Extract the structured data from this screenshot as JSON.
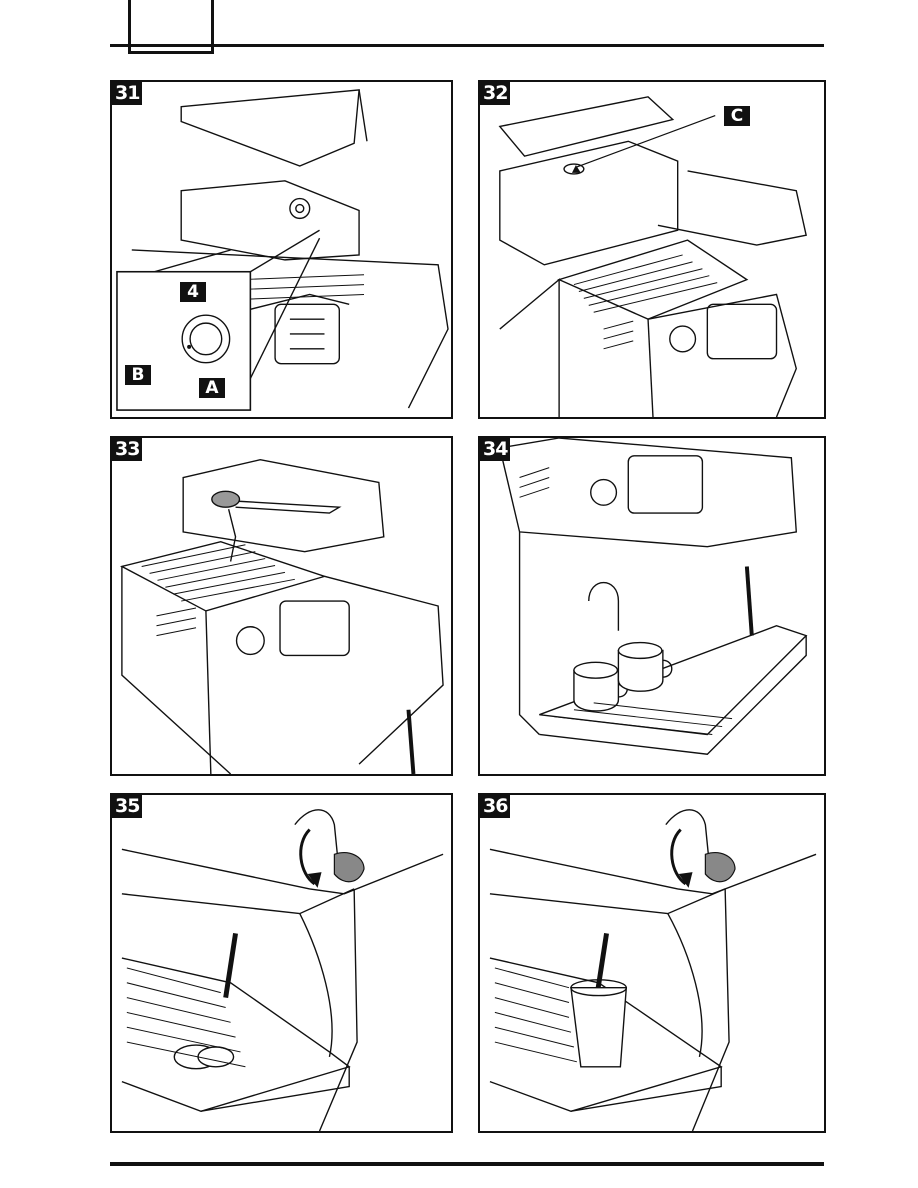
{
  "figures": [
    {
      "id": "31",
      "label": "31",
      "callouts": [
        "4",
        "B",
        "A"
      ]
    },
    {
      "id": "32",
      "label": "32",
      "callouts": [
        "C"
      ]
    },
    {
      "id": "33",
      "label": "33",
      "callouts": []
    },
    {
      "id": "34",
      "label": "34",
      "callouts": []
    },
    {
      "id": "35",
      "label": "35",
      "callouts": []
    },
    {
      "id": "36",
      "label": "36",
      "callouts": []
    }
  ]
}
